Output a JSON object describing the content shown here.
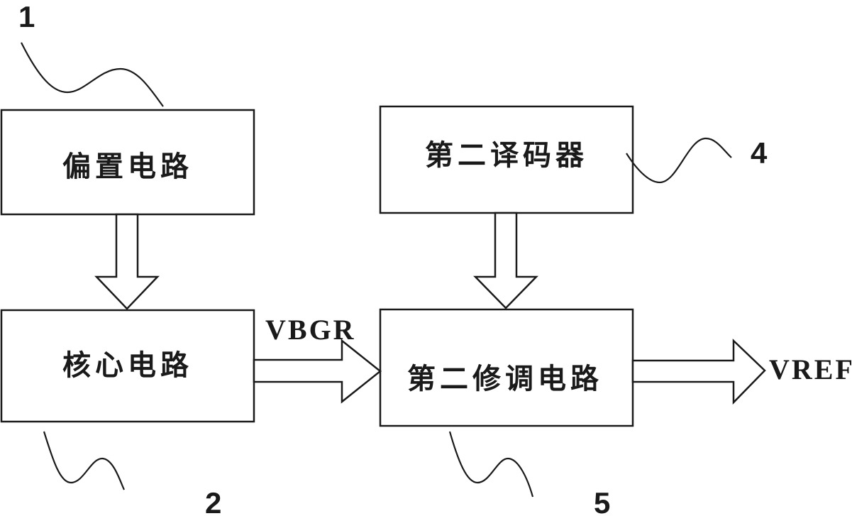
{
  "diagram": {
    "type": "block-diagram",
    "blocks": [
      {
        "id": "1",
        "label": "偏置电路",
        "number": "1"
      },
      {
        "id": "2",
        "label": "核心电路",
        "number": "2"
      },
      {
        "id": "4",
        "label": "第二译码器",
        "number": "4"
      },
      {
        "id": "5",
        "label": "第二修调电路",
        "number": "5"
      }
    ],
    "signals": {
      "vbgr": "VBGR",
      "vref": "VREF"
    },
    "connections": [
      {
        "from": "1",
        "to": "2"
      },
      {
        "from": "4",
        "to": "5"
      },
      {
        "from": "2",
        "to": "5",
        "label": "VBGR"
      },
      {
        "from": "5",
        "to": "output",
        "label": "VREF"
      }
    ]
  }
}
